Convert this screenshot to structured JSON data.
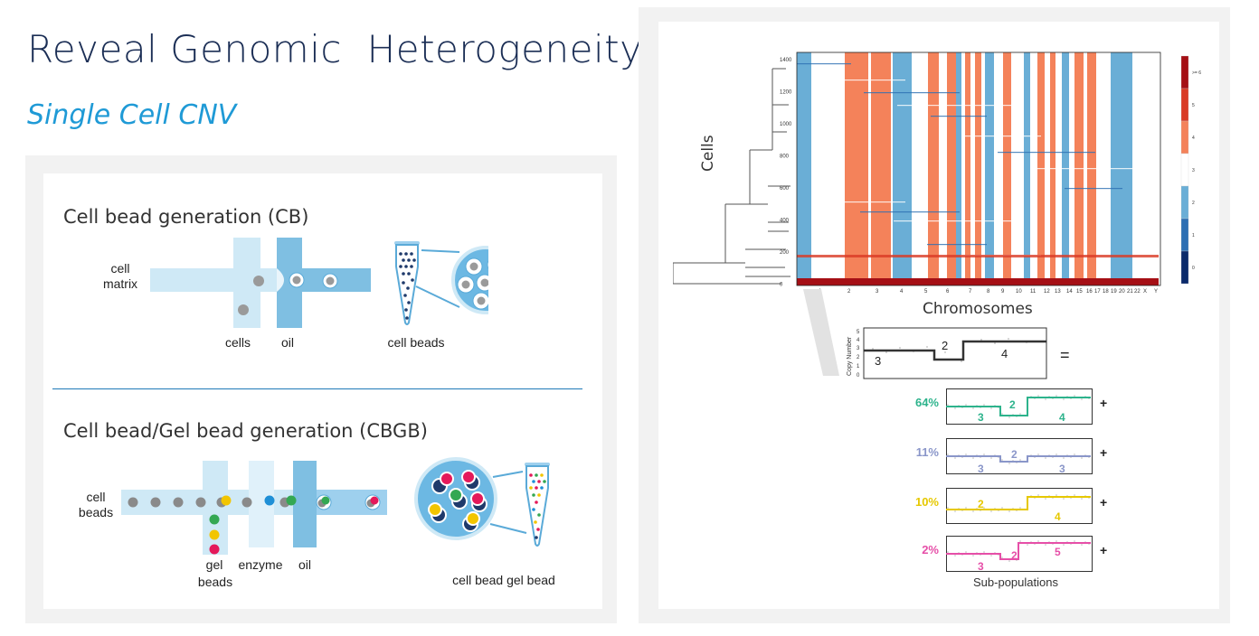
{
  "header": {
    "title": "Reveal Genomic  Heterogeneity",
    "subtitle": "Single Cell CNV"
  },
  "cb": {
    "title": "Cell bead generation (CB)",
    "label_cell_matrix_1": "cell",
    "label_cell_matrix_2": "matrix",
    "label_cells": "cells",
    "label_oil": "oil",
    "label_cell_beads": "cell beads"
  },
  "cbgb": {
    "title": "Cell bead/Gel bead generation (CBGB)",
    "label_cell_beads_1": "cell",
    "label_cell_beads_2": "beads",
    "label_gel": "gel",
    "label_beads": "beads",
    "label_enzyme": "enzyme",
    "label_oil": "oil",
    "label_pair": "cell bead gel bead"
  },
  "heatmap": {
    "ylabel": "Cells",
    "xlabel": "Chromosomes",
    "yticks": [
      "1400",
      "1200",
      "1000",
      "800",
      "600",
      "400",
      "200",
      "0"
    ],
    "chromosomes": [
      "1",
      "2",
      "3",
      "4",
      "5",
      "6",
      "7",
      "8",
      "9",
      "10",
      "11",
      "12",
      "13",
      "14",
      "15",
      "16",
      "17",
      "18",
      "19",
      "20",
      "21",
      "22",
      "X",
      "Y"
    ],
    "colorbar_labels": [
      ">= 6",
      "5",
      "4",
      "3",
      "2",
      "1",
      "0"
    ],
    "colors": {
      "c0": "#0b2a6b",
      "c1": "#2c6fb3",
      "c2": "#6aaed6",
      "c3": "#ffffff",
      "c4": "#f4825a",
      "c5": "#d93a24",
      "c6": "#a50f15"
    }
  },
  "profile": {
    "ylabel": "Copy Number",
    "yticks": [
      "5",
      "4",
      "3",
      "2",
      "1",
      "0"
    ],
    "segments": [
      "3",
      "2",
      "4"
    ],
    "equals": "="
  },
  "subpops": {
    "title": "Sub-populations",
    "plus": "+",
    "items": [
      {
        "pct": "64%",
        "color": "#2db38c",
        "labels": [
          "3",
          "2",
          "4"
        ]
      },
      {
        "pct": "11%",
        "color": "#8a96c9",
        "labels": [
          "3",
          "2",
          "3"
        ]
      },
      {
        "pct": "10%",
        "color": "#e6c800",
        "labels": [
          "2",
          "4"
        ]
      },
      {
        "pct": "2%",
        "color": "#e64fa8",
        "labels": [
          "3",
          "2",
          "5"
        ]
      }
    ]
  }
}
